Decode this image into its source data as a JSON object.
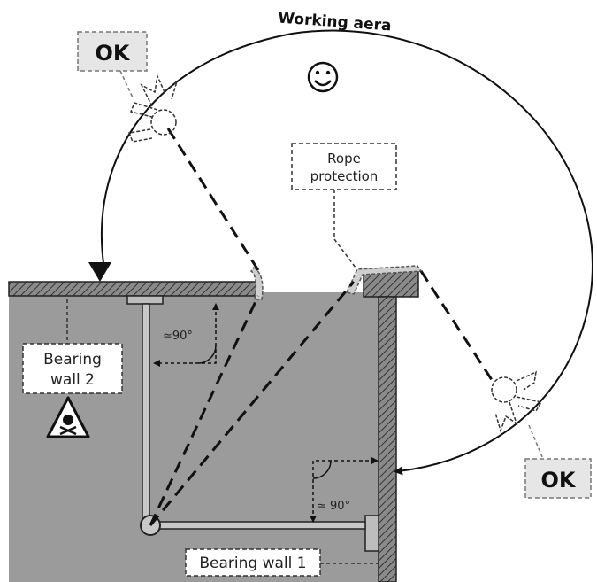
{
  "labels": {
    "working_area": "Working aera",
    "ok_top": "OK",
    "ok_right": "OK",
    "rope_protection_line1": "Rope",
    "rope_protection_line2": "protection",
    "bearing_wall_2_line1": "Bearing",
    "bearing_wall_2_line2": "wall 2",
    "bearing_wall_1": "Bearing wall 1",
    "angle_top": "≃90°",
    "angle_bottom": "≃ 90°"
  },
  "icons": {
    "smiley": "smiley-face-icon",
    "danger": "skull-crossbones-warning-icon"
  },
  "colors": {
    "ground_fill": "#9b9b9b",
    "ok_box_fill": "#e6e6e6",
    "line": "#111111"
  }
}
